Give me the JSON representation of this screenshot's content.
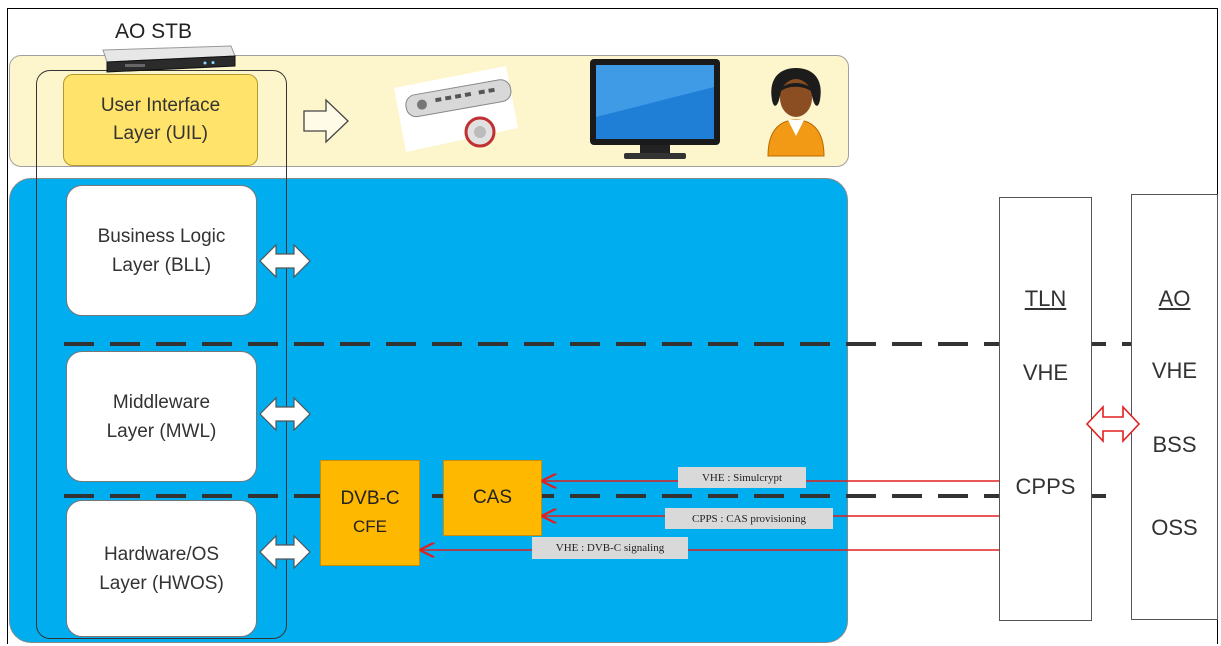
{
  "stb": {
    "title": "AO STB"
  },
  "uil": {
    "line1": "User Interface",
    "line2": "Layer (UIL)"
  },
  "layers": {
    "bll": {
      "line1": "Business Logic",
      "line2": "Layer (BLL)"
    },
    "mwl": {
      "line1": "Middleware",
      "line2": "Layer (MWL)"
    },
    "hwos": {
      "line1": "Hardware/OS",
      "line2": "Layer (HWOS)"
    }
  },
  "components": {
    "dvbc": {
      "line1": "DVB-C",
      "line2": "CFE"
    },
    "cas": {
      "label": "CAS"
    }
  },
  "connections": {
    "simulcrypt": "VHE : Simulcrypt",
    "cas_provisioning": "CPPS : CAS provisioning",
    "dvbc_signaling": "VHE : DVB-C signaling"
  },
  "tln": {
    "title": "TLN",
    "items": [
      "VHE",
      "CPPS"
    ]
  },
  "ao": {
    "title": "AO",
    "items": [
      "VHE",
      "BSS",
      "OSS"
    ]
  },
  "colors": {
    "blue_panel": "#00adef",
    "ui_band": "#fdf5cc",
    "uil_box": "#ffe36a",
    "component": "#ffb800",
    "signal_line": "#e02020"
  },
  "icons": [
    "set-top-box-icon",
    "remote-control-icon",
    "television-icon",
    "user-person-icon",
    "hollow-arrow-icon",
    "double-arrow-icon"
  ]
}
